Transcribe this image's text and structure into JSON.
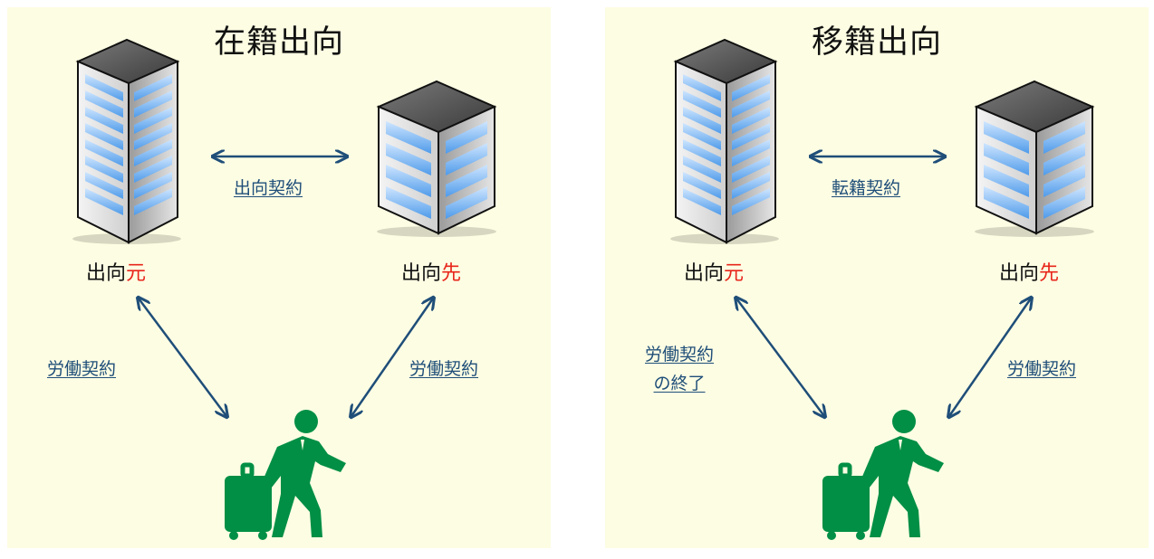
{
  "panels": [
    {
      "title": "在籍出向",
      "origin": {
        "base": "出向",
        "accent": "元"
      },
      "destination": {
        "base": "出向",
        "accent": "先"
      },
      "company_contract": "出向契約",
      "labor_left": [
        "労働契約"
      ],
      "labor_right": "労働契約"
    },
    {
      "title": "移籍出向",
      "origin": {
        "base": "出向",
        "accent": "元"
      },
      "destination": {
        "base": "出向",
        "accent": "先"
      },
      "company_contract": "転籍契約",
      "labor_left": [
        "労働契約",
        "の終了"
      ],
      "labor_right": "労働契約"
    }
  ],
  "colors": {
    "panel_bg": "#fdfde3",
    "arrow": "#1f4e79",
    "accent_text": "#e8251b",
    "person": "#008f45"
  }
}
